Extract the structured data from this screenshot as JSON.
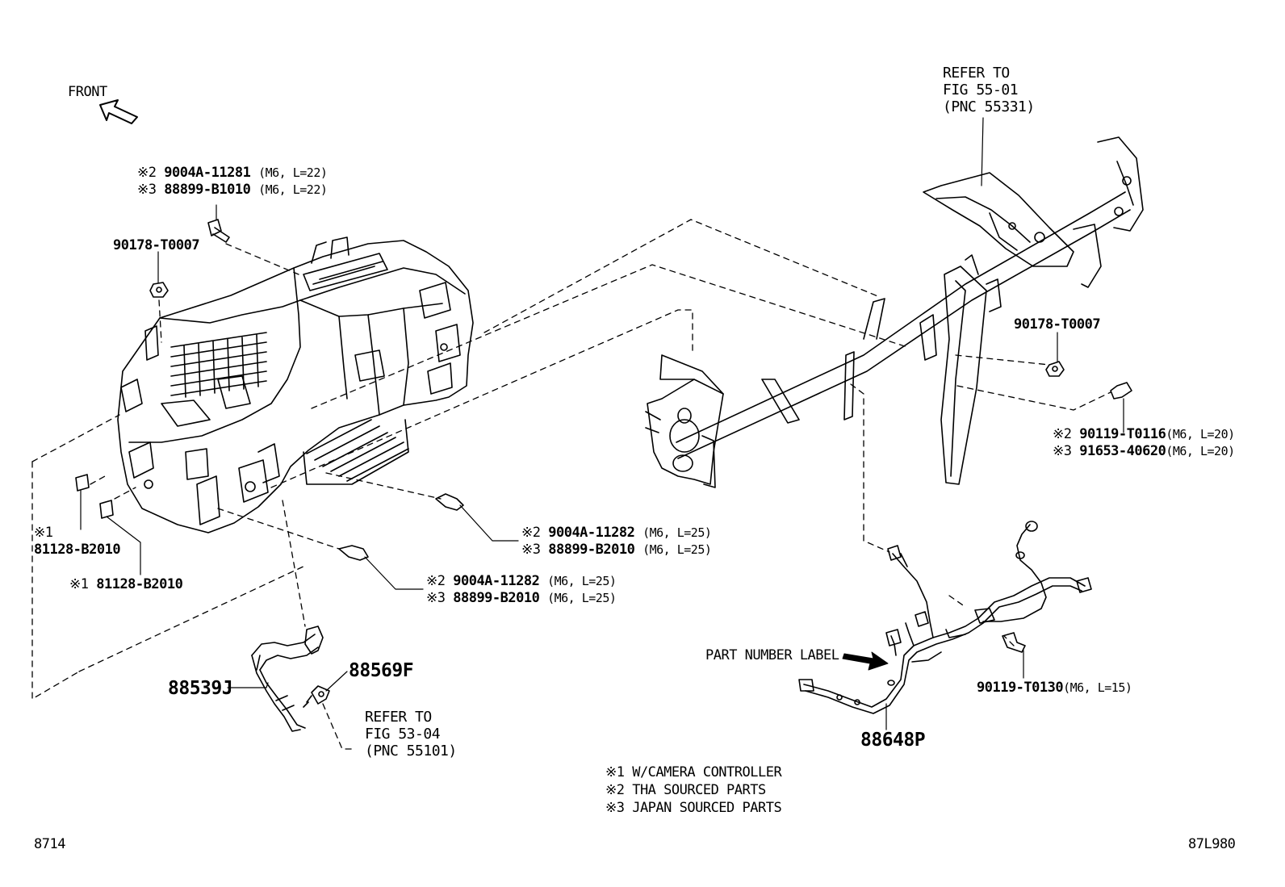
{
  "front_label": "FRONT",
  "refer_beam": {
    "l1": "REFER TO",
    "l2": "FIG 55-01",
    "l3": "(PNC 55331)"
  },
  "refer_tube": {
    "l1": "REFER TO",
    "l2": "FIG 53-04",
    "l3": "(PNC 55101)"
  },
  "bolt_top": {
    "l1": {
      "mark": "※2",
      "pn": "9004A-11281",
      "spec": "(M6, L=22)"
    },
    "l2": {
      "mark": "※3",
      "pn": "88899-B1010",
      "spec": "(M6, L=22)"
    }
  },
  "nut_left": "90178-T0007",
  "nut_right": "90178-T0007",
  "bolt_right": {
    "l1": {
      "mark": "※2",
      "pn": "90119-T0116",
      "spec": "(M6, L=20)"
    },
    "l2": {
      "mark": "※3",
      "pn": "91653-40620",
      "spec": "(M6, L=20)"
    }
  },
  "bolt_mid1": {
    "l1": {
      "mark": "※2",
      "pn": "9004A-11282",
      "spec": "(M6, L=25)"
    },
    "l2": {
      "mark": "※3",
      "pn": "88899-B2010",
      "spec": "(M6, L=25)"
    }
  },
  "bolt_mid2": {
    "l1": {
      "mark": "※2",
      "pn": "9004A-11282",
      "spec": "(M6, L=25)"
    },
    "l2": {
      "mark": "※3",
      "pn": "88899-B2010",
      "spec": "(M6, L=25)"
    }
  },
  "clip1": {
    "mark": "※1",
    "pn": "81128-B2010"
  },
  "clip2": {
    "mark": "※1",
    "pn": "81128-B2010"
  },
  "part_88539J": "88539J",
  "part_88569F": "88569F",
  "part_88648P": "88648P",
  "label_part_number": "PART NUMBER LABEL",
  "bolt_harness": {
    "pn": "90119-T0130",
    "spec": "(M6, L=15)"
  },
  "legend": [
    "※1 W/CAMERA CONTROLLER",
    "※2 THA SOURCED PARTS",
    "※3 JAPAN SOURCED PARTS"
  ],
  "corner_left": "8714",
  "corner_right": "87L980"
}
